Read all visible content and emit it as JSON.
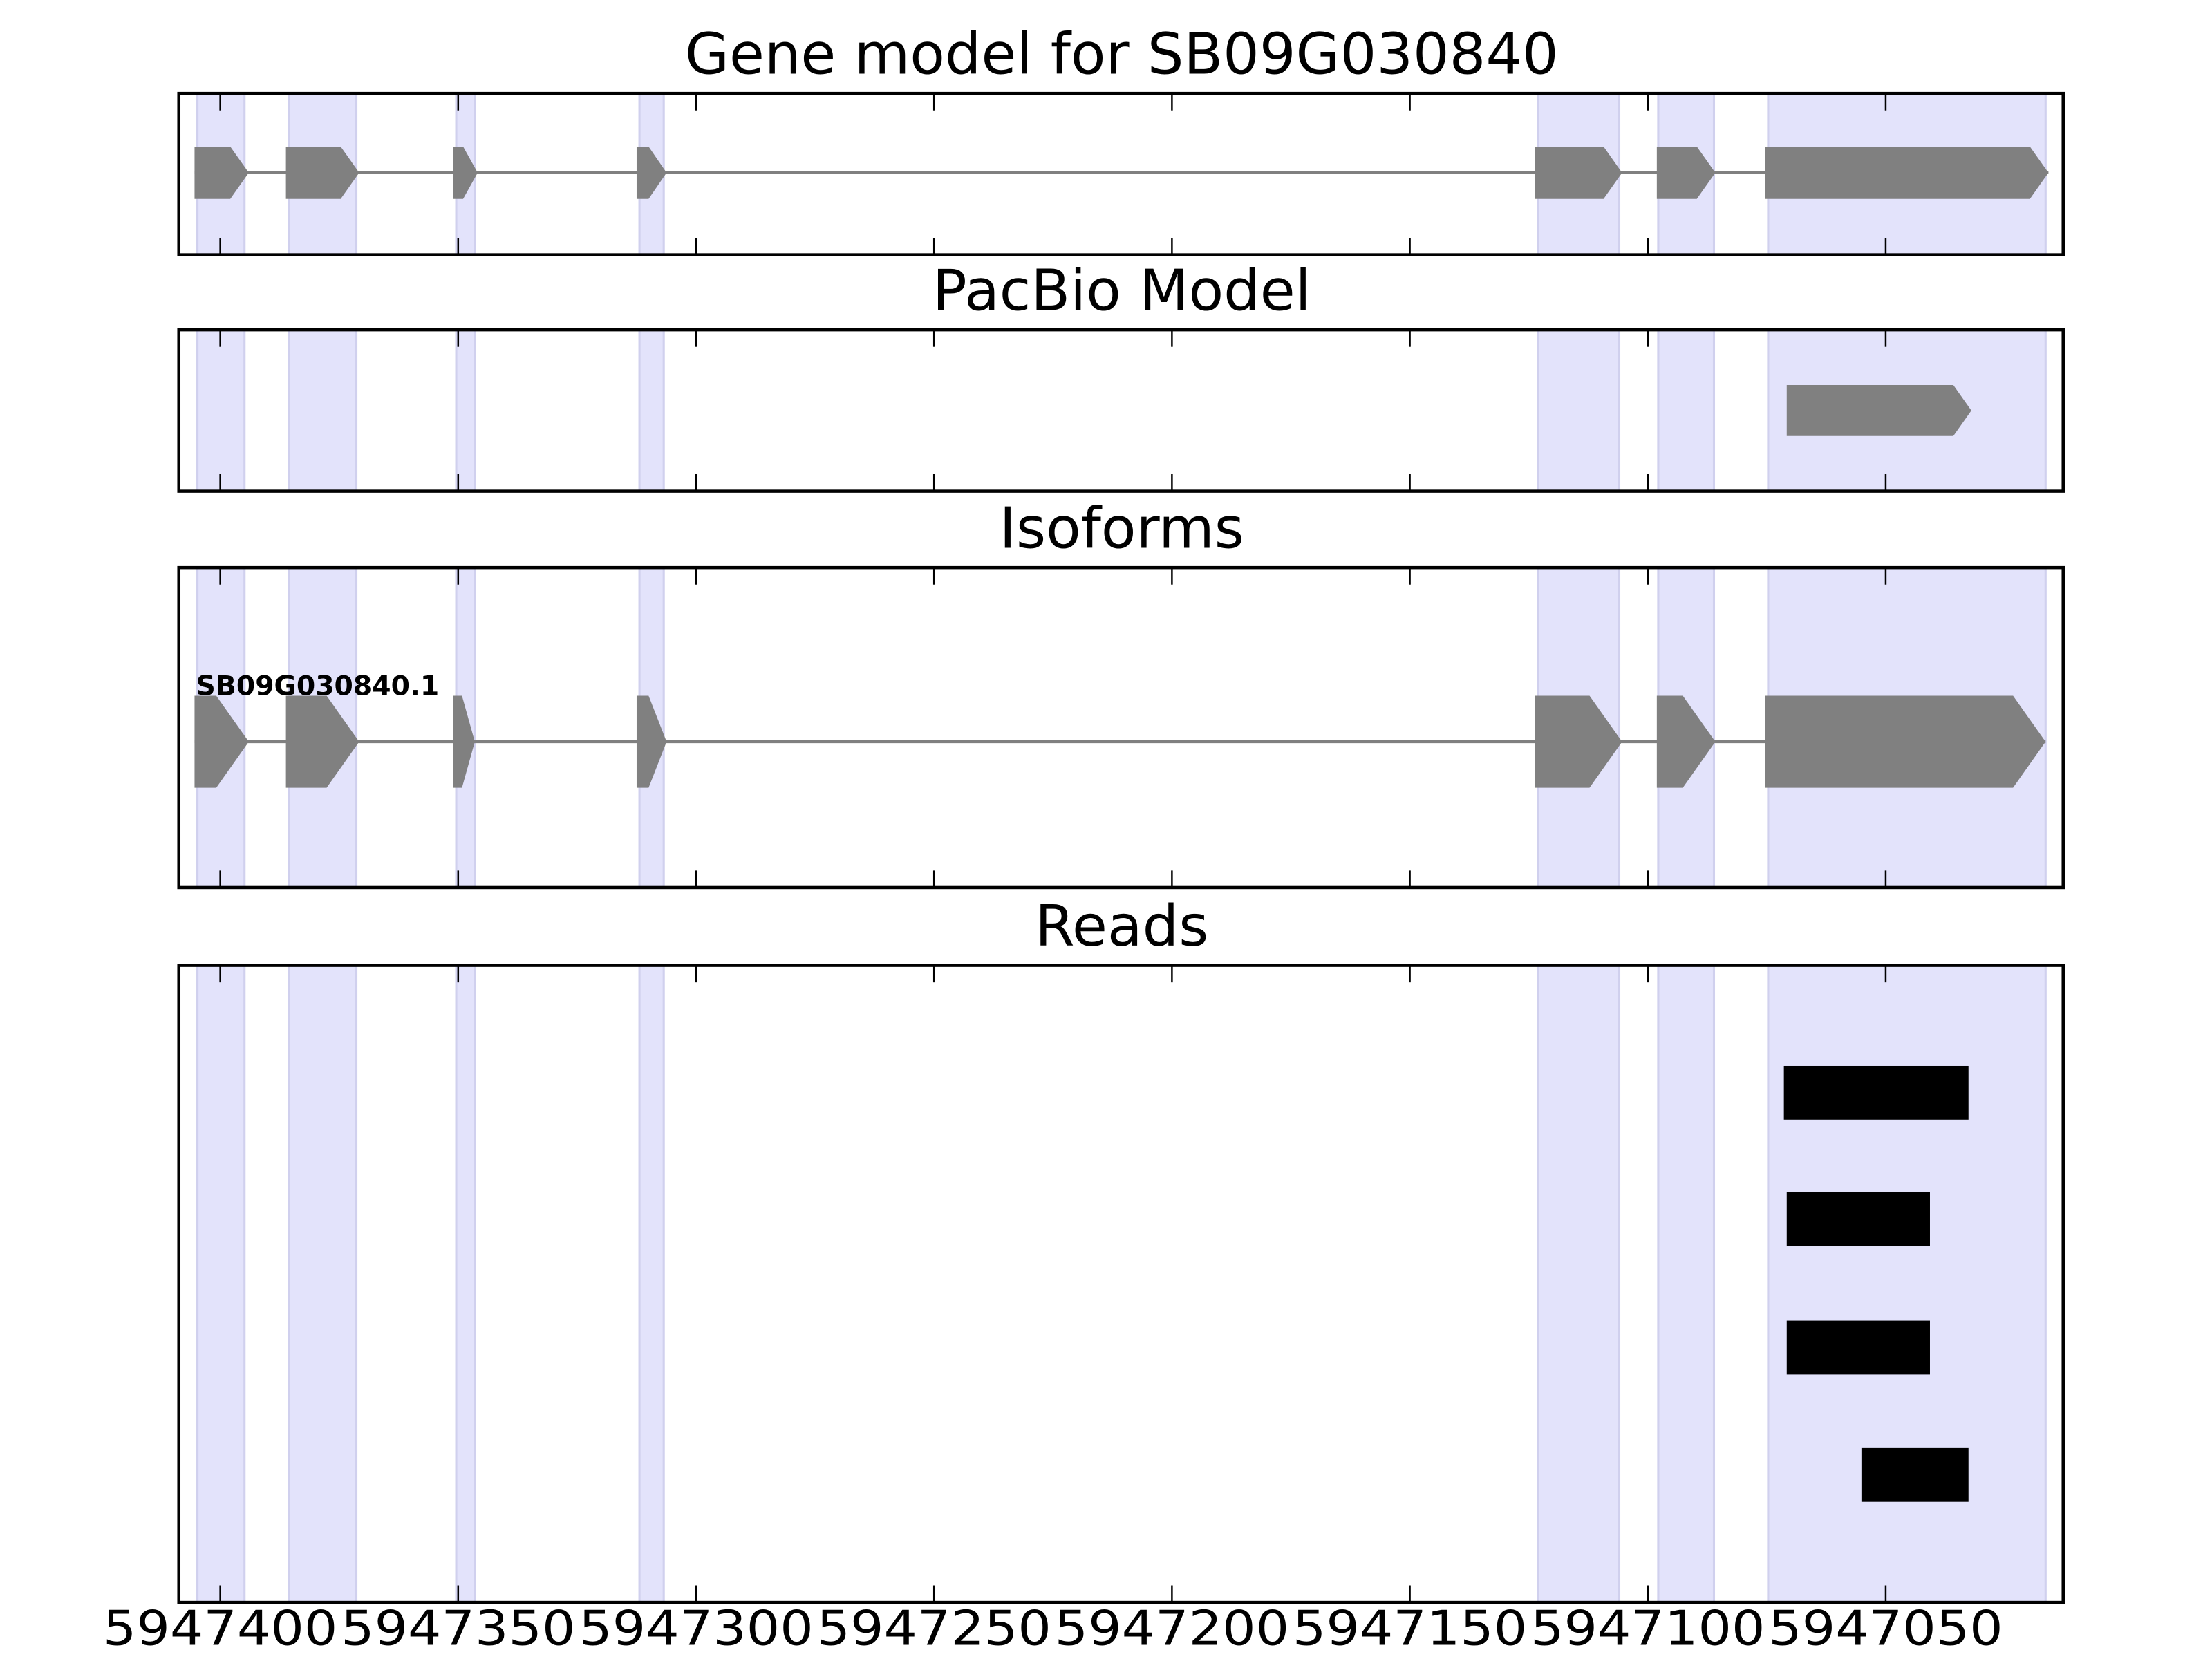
{
  "chart_data": {
    "type": "gene-track",
    "xlim": [
      5947408.7,
      5947012.7
    ],
    "x_reversed": true,
    "xticks": [
      5947400,
      5947350,
      5947300,
      5947250,
      5947200,
      5947150,
      5947100,
      5947050
    ],
    "xtick_labels": [
      "5947400",
      "5947350",
      "5947300",
      "5947250",
      "5947200",
      "5947150",
      "5947100",
      "5947050"
    ],
    "colors": {
      "exon": "#808080",
      "intron": "#808080",
      "shade": "#e3e3fb",
      "shade_edge": "#d0d0ee",
      "read": "#000000"
    },
    "shaded_regions": [
      [
        5947404.8,
        5947394.9
      ],
      [
        5947385.6,
        5947371.4
      ],
      [
        5947350.4,
        5947346.5
      ],
      [
        5947311.9,
        5947306.8
      ],
      [
        5947123.1,
        5947106.0
      ],
      [
        5947097.8,
        5947086.1
      ],
      [
        5947074.7,
        5947016.4
      ]
    ],
    "panels": [
      {
        "title": "Gene model for SB09G030840",
        "kind": "gene",
        "exons": [
          [
            5947405.4,
            5947394.0
          ],
          [
            5947386.2,
            5947370.8
          ],
          [
            5947351.0,
            5947345.9
          ],
          [
            5947312.5,
            5947306.2
          ],
          [
            5947123.7,
            5947105.4
          ],
          [
            5947098.1,
            5947085.8
          ],
          [
            5947075.3,
            5947015.8
          ]
        ]
      },
      {
        "title": "PacBio Model",
        "kind": "pacbio",
        "exons": [
          [
            5947070.8,
            5947032.0
          ]
        ]
      },
      {
        "title": "Isoforms",
        "kind": "isoform",
        "isoform_label": "SB09G030840.1",
        "exons": [
          [
            5947405.4,
            5947394.0
          ],
          [
            5947386.2,
            5947370.8
          ],
          [
            5947351.0,
            5947346.5
          ],
          [
            5947312.5,
            5947306.2
          ],
          [
            5947123.7,
            5947105.4
          ],
          [
            5947098.1,
            5947085.8
          ],
          [
            5947075.3,
            5947016.4
          ]
        ]
      },
      {
        "title": "Reads",
        "kind": "reads",
        "reads": [
          [
            5947071.4,
            5947032.6
          ],
          [
            5947070.8,
            5947040.7
          ],
          [
            5947070.8,
            5947040.7
          ],
          [
            5947055.1,
            5947032.6
          ]
        ]
      }
    ]
  }
}
